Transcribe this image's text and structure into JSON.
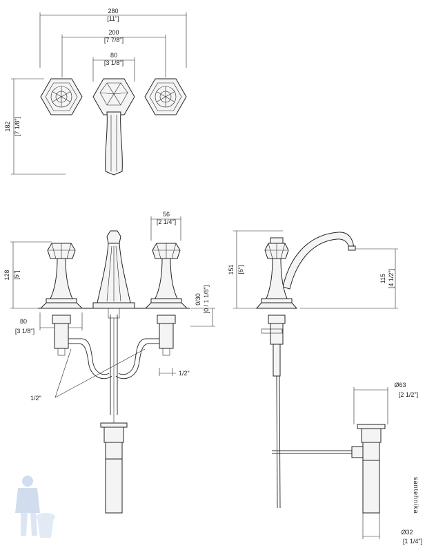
{
  "top_view": {
    "dim_overall": {
      "mm": "280",
      "in": "[11\"]"
    },
    "dim_centers": {
      "mm": "200",
      "in": "[7 7/8\"]"
    },
    "dim_spout": {
      "mm": "80",
      "in": "[3 1/8\"]"
    },
    "dim_reach": {
      "mm": "182",
      "in": "[7 1/8\"]"
    }
  },
  "front_view": {
    "dim_handle_width": {
      "mm": "56",
      "in": "[2 1/4\"]"
    },
    "dim_handle_height": {
      "mm": "128",
      "in": "[5\"]"
    },
    "dim_deck_thickness": {
      "mm": "0/30",
      "in": "[0 / 1 1/8\"]"
    },
    "dim_valve": {
      "mm": "80",
      "in": "[3 1/8\"]"
    },
    "thread_right": "1/2\"",
    "thread_left": "1/2\""
  },
  "side_view": {
    "dim_height": {
      "mm": "151",
      "in": "[6\"]"
    },
    "dim_outlet": {
      "mm": "115",
      "in": "[4 1/2\"]"
    },
    "dim_drain_top": {
      "mm": "Ø63",
      "in": "[2 1/2\"]"
    },
    "dim_drain_pipe": {
      "mm": "Ø32",
      "in": "[1 1/4\"]"
    }
  },
  "watermark": {
    "text": "santehnika",
    "color": "#b8c6d8"
  }
}
